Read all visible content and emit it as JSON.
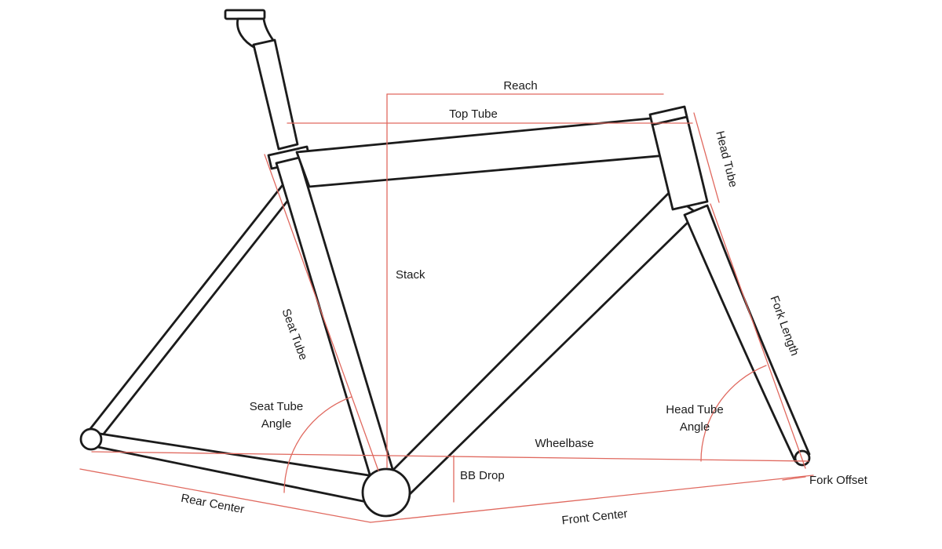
{
  "diagram": {
    "labels": {
      "reach": "Reach",
      "top_tube": "Top Tube",
      "stack": "Stack",
      "seat_tube": "Seat Tube",
      "head_tube": "Head Tube",
      "fork_length": "Fork Length",
      "seat_tube_angle": {
        "line1": "Seat Tube",
        "line2": "Angle"
      },
      "head_tube_angle": {
        "line1": "Head Tube",
        "line2": "Angle"
      },
      "wheelbase": "Wheelbase",
      "bb_drop": "BB Drop",
      "rear_center": "Rear Center",
      "front_center": "Front Center",
      "fork_offset": "Fork Offset"
    },
    "colors": {
      "background": "#ffffff",
      "frame_outline": "#1b1b1b",
      "dimension_line": "#e0695f",
      "label_text": "#1b1b1b"
    }
  }
}
